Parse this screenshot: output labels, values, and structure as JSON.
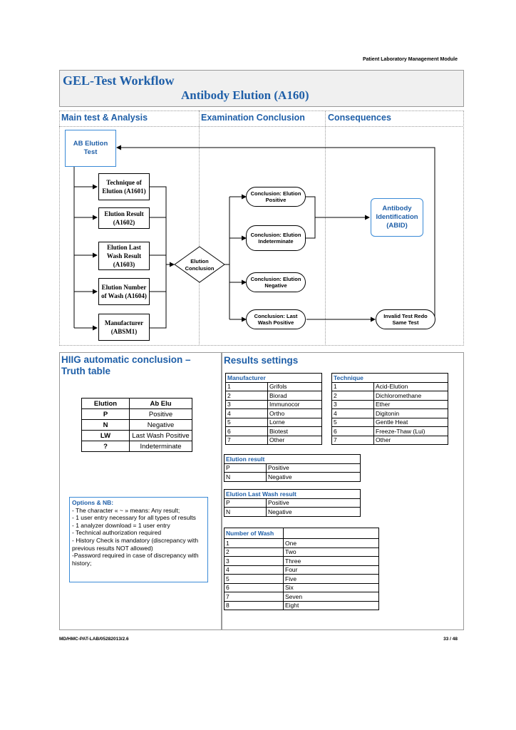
{
  "header": {
    "module": "Patient Laboratory Management Module"
  },
  "banner": {
    "title": "GEL-Test Workflow",
    "subtitle": "Antibody Elution (A160)"
  },
  "columns": {
    "main": "Main test & Analysis",
    "exam": "Examination Conclusion",
    "conseq": "Consequences"
  },
  "flow": {
    "start": "AB Elution Test",
    "steps": [
      "Technique of Elution (A1601)",
      "Elution Result (A1602)",
      "Elution Last Wash Result (A1603)",
      "Elution Number of Wash (A1604)",
      "Manufacturer (ABSM1)"
    ],
    "decision": "Elution Conclusion",
    "conclusions": [
      "Conclusion: Elution Positive",
      "Conclusion: Elution Indeterminate",
      "Conclusion: Elution Negative",
      "Conclusion: Last Wash Positive"
    ],
    "abid": "Antibody Identification (ABID)",
    "invalid": "Invalid Test Redo Same Test"
  },
  "truth": {
    "title": "HIIG automatic conclusion – Truth table",
    "headers": [
      "Elution",
      "Ab Elu"
    ],
    "rows": [
      [
        "P",
        "Positive"
      ],
      [
        "N",
        "Negative"
      ],
      [
        "LW",
        "Last Wash Positive"
      ],
      [
        "?",
        "Indeterminate"
      ]
    ]
  },
  "notes": {
    "title": "Options & NB:",
    "lines": [
      "- The character « ~ » means: Any result;",
      "- 1 user entry necessary for all types of results",
      "- 1 analyzer download = 1 user entry",
      "- Technical authorization required",
      "- History Check is mandatory (discrepancy with previous results NOT allowed)",
      "-Password required in case of discrepancy with history;"
    ]
  },
  "results": {
    "title": "Results settings",
    "manufacturer": {
      "title": "Manufacturer",
      "rows": [
        [
          "1",
          "Grifols"
        ],
        [
          "2",
          "Biorad"
        ],
        [
          "3",
          "Immunocor"
        ],
        [
          "4",
          "Ortho"
        ],
        [
          "5",
          "Lorne"
        ],
        [
          "6",
          "Biotest"
        ],
        [
          "7",
          "Other"
        ]
      ]
    },
    "technique": {
      "title": "Technique",
      "rows": [
        [
          "1",
          "Acid-Elution"
        ],
        [
          "2",
          "Dichloromethane"
        ],
        [
          "3",
          "Ether"
        ],
        [
          "4",
          "Digitonin"
        ],
        [
          "5",
          "Gentle Heat"
        ],
        [
          "6",
          "Freeze-Thaw (Lui)"
        ],
        [
          "7",
          "Other"
        ]
      ]
    },
    "elution": {
      "title": "Elution result",
      "rows": [
        [
          "P",
          "Positive"
        ],
        [
          "N",
          "Negative"
        ]
      ]
    },
    "lastwash": {
      "title": "Elution Last Wash result",
      "rows": [
        [
          "P",
          "Positive"
        ],
        [
          "N",
          "Negative"
        ]
      ]
    },
    "wash": {
      "title": "Number of Wash",
      "rows": [
        [
          "1",
          "One"
        ],
        [
          "2",
          "Two"
        ],
        [
          "3",
          "Three"
        ],
        [
          "4",
          "Four"
        ],
        [
          "5",
          "Five"
        ],
        [
          "6",
          "Six"
        ],
        [
          "7",
          "Seven"
        ],
        [
          "8",
          "Eight"
        ]
      ]
    }
  },
  "footer": {
    "doc": "MD/HMC-PAT-LAB/05282013/2.6",
    "page": "33 / 48"
  }
}
